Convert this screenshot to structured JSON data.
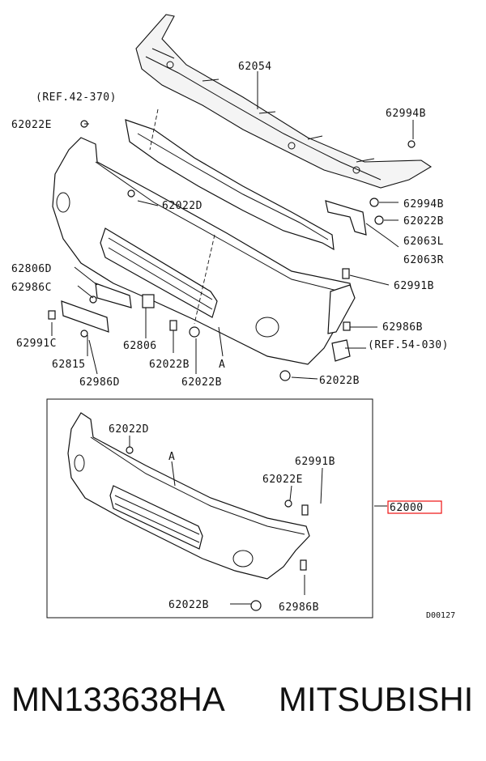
{
  "diagram": {
    "labels": {
      "p62054": "62054",
      "ref42": "(REF.42-370)",
      "p62022E_top": "62022E",
      "p62994B_top": "62994B",
      "p62022D": "62022D",
      "p62994B_mid": "62994B",
      "p62022B_r1": "62022B",
      "p62063L": "62063L",
      "p62063R": "62063R",
      "p62806D": "62806D",
      "p62991B": "62991B",
      "p62986C": "62986C",
      "p62986B": "62986B",
      "ref54": "(REF.54-030)",
      "p62991C": "62991C",
      "p62806": "62806",
      "p62022B_a": "62022B",
      "p62022B_b": "62022B",
      "p62815": "62815",
      "p62986D": "62986D",
      "a_top": "A",
      "p62022B_r2": "62022B",
      "inset_62022D": "62022D",
      "inset_a": "A",
      "inset_62991B": "62991B",
      "inset_62022E": "62022E",
      "p62000": "62000",
      "inset_62022B": "62022B",
      "inset_62986B": "62986B",
      "code": "D00127"
    }
  },
  "footer": {
    "part_number": "MN133638HA",
    "brand": "MITSUBISHI"
  },
  "colors": {
    "highlight": "#e11111",
    "ink": "#111111"
  }
}
